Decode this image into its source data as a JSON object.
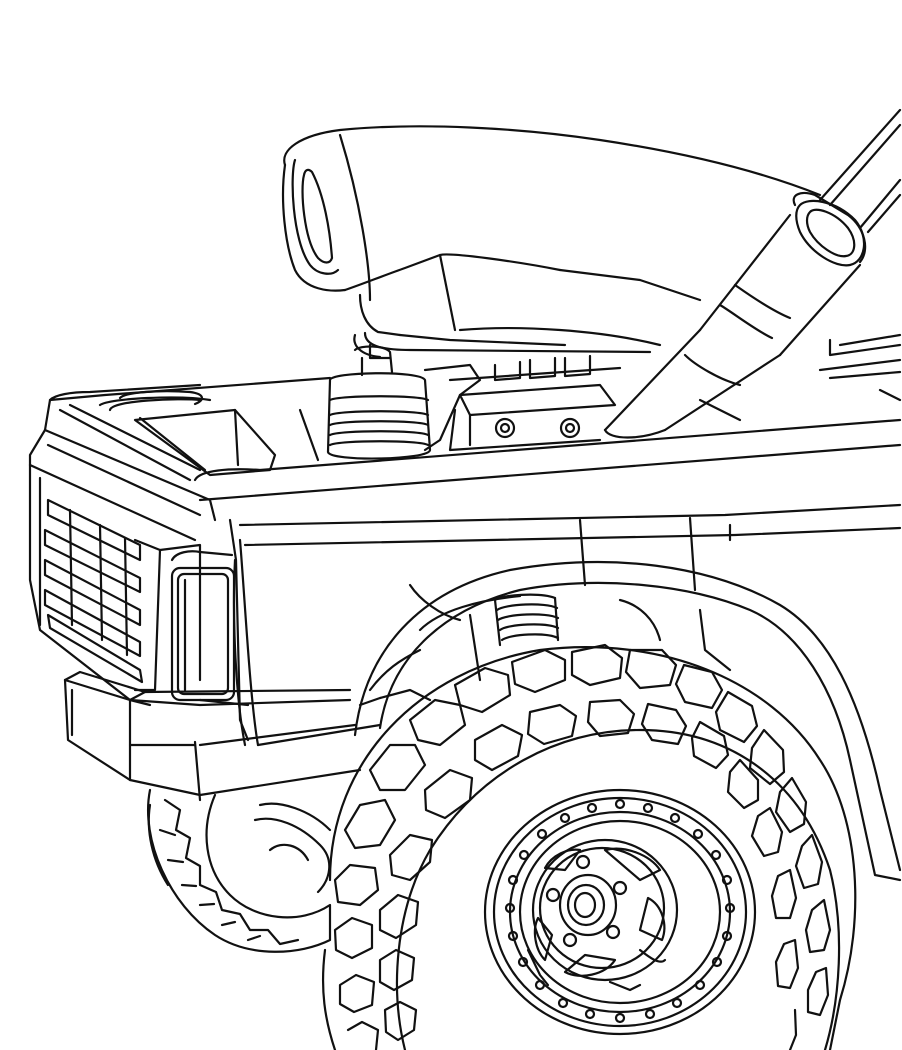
{
  "image": {
    "kind": "line-art illustration",
    "style": "black outline on white",
    "colors": {
      "stroke": "#111111",
      "background": "#ffffff",
      "fill": "#ffffff"
    },
    "subject": {
      "components": [
        "hood-scoop",
        "exhaust-stack",
        "engine-bay",
        "front-grille",
        "headlight",
        "front-bumper",
        "front-fender",
        "coil-spring",
        "front-tire",
        "beadlock-wheel",
        "rear-tire"
      ]
    }
  }
}
